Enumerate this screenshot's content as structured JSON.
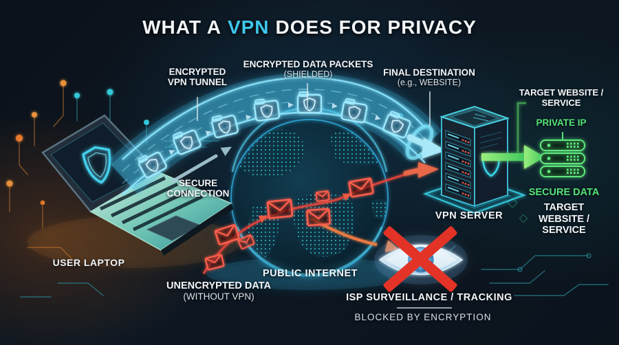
{
  "title": {
    "part1": "WHAT A",
    "highlight": "VPN",
    "part2": "DOES FOR PRIVACY"
  },
  "annotations": {
    "tunnel": {
      "line1": "ENCRYPTED",
      "line2": "VPN TUNNEL"
    },
    "packets": {
      "line1": "ENCRYPTED DATA PACKETS",
      "sub": "(SHIELDED)"
    },
    "destination": {
      "line1": "FINAL DESTINATION",
      "sub": "(e.g., WEBSITE)"
    },
    "secure_connection": {
      "line1": "SECURE",
      "line2": "CONNECTION"
    },
    "target_top": {
      "line1": "TARGET WEBSITE /",
      "line2": "SERVICE"
    },
    "private_ip": "PRIVATE IP",
    "user_laptop": "USER LAPTOP",
    "public_internet": "PUBLIC INTERNET",
    "unencrypted": {
      "line1": "UNENCRYPTED DATA",
      "sub": "(WITHOUT VPN)"
    },
    "vpn_server": "VPN SERVER",
    "secure_data": "SECURE DATA",
    "target_bottom": {
      "line1": "TARGET",
      "line2": "WEBSITE /",
      "line3": "SERVICE"
    },
    "isp": "ISP SURVEILLANCE / TRACKING",
    "blocked": "BLOCKED BY ENCRYPTION"
  },
  "icons": {
    "laptop": "laptop-icon",
    "screen_shield": "shield-icon",
    "globe": "globe-icon",
    "packet": "shielded-packet-icon",
    "envelope": "envelope-icon",
    "server_tower": "vpn-server-tower-icon",
    "server_rack": "target-server-rack-icon",
    "eye": "surveillance-eye-icon",
    "cross": "blocked-x-icon",
    "green_arrow": "secure-forward-arrow-icon",
    "red_arrow": "unencrypted-path-arrow-icon",
    "tunnel_arrow": "tunnel-exit-arrow-icon"
  },
  "colors": {
    "background": "#0c141d",
    "accent_cyan": "#3ec6ea",
    "accent_green": "#55e377",
    "alert_red": "#e8392f",
    "warn_orange": "#e87a3a",
    "text": "#f2f6fa"
  }
}
